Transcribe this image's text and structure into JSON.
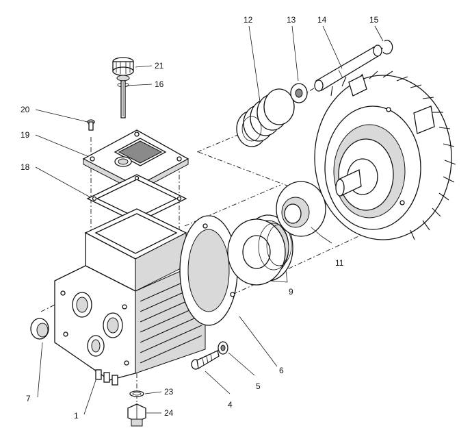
{
  "callouts": {
    "c1": "1",
    "c4": "4",
    "c5": "5",
    "c6": "6",
    "c7": "7",
    "c9": "9",
    "c11": "11",
    "c12": "12",
    "c13": "13",
    "c14": "14",
    "c15": "15",
    "c16": "16",
    "c18": "18",
    "c19": "19",
    "c20": "20",
    "c21": "21",
    "c23": "23",
    "c24": "24"
  }
}
